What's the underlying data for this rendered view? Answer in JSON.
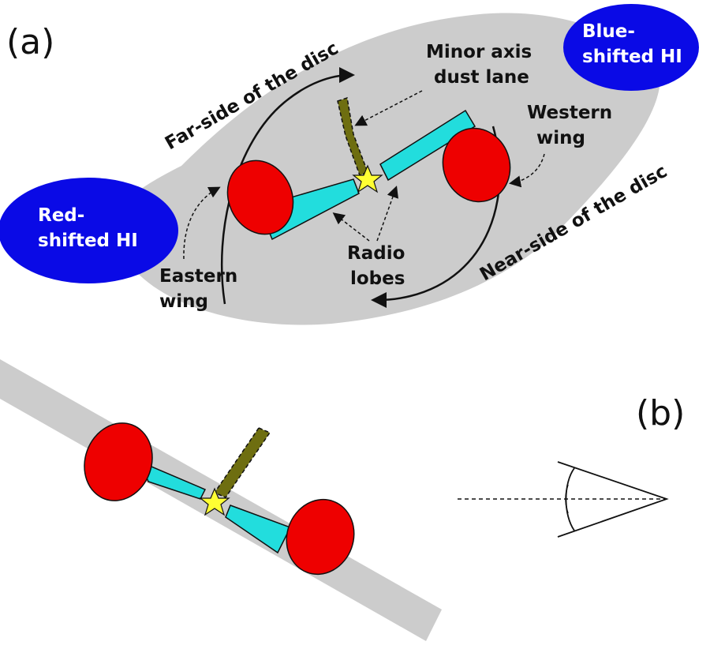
{
  "panels": {
    "a": {
      "label": "(a)",
      "red_hi": [
        "Red-",
        "shifted HI"
      ],
      "blue_hi": [
        "Blue-",
        "shifted HI"
      ],
      "far_side": "Far-side of the disc",
      "near_side": "Near-side of the disc",
      "dust_lane": [
        "Minor axis",
        "dust lane"
      ],
      "western_wing": [
        "Western",
        "wing"
      ],
      "eastern_wing": [
        "Eastern",
        "wing"
      ],
      "radio_lobes": [
        "Radio",
        "lobes"
      ]
    },
    "b": {
      "label": "(b)"
    }
  },
  "colors": {
    "disc": "#cccccc",
    "hi_blob": "#0a0ae6",
    "lobe": "#ee0000",
    "jet": "#22dddd",
    "dust": "#6e6e10",
    "core_star": "#ffff33"
  }
}
